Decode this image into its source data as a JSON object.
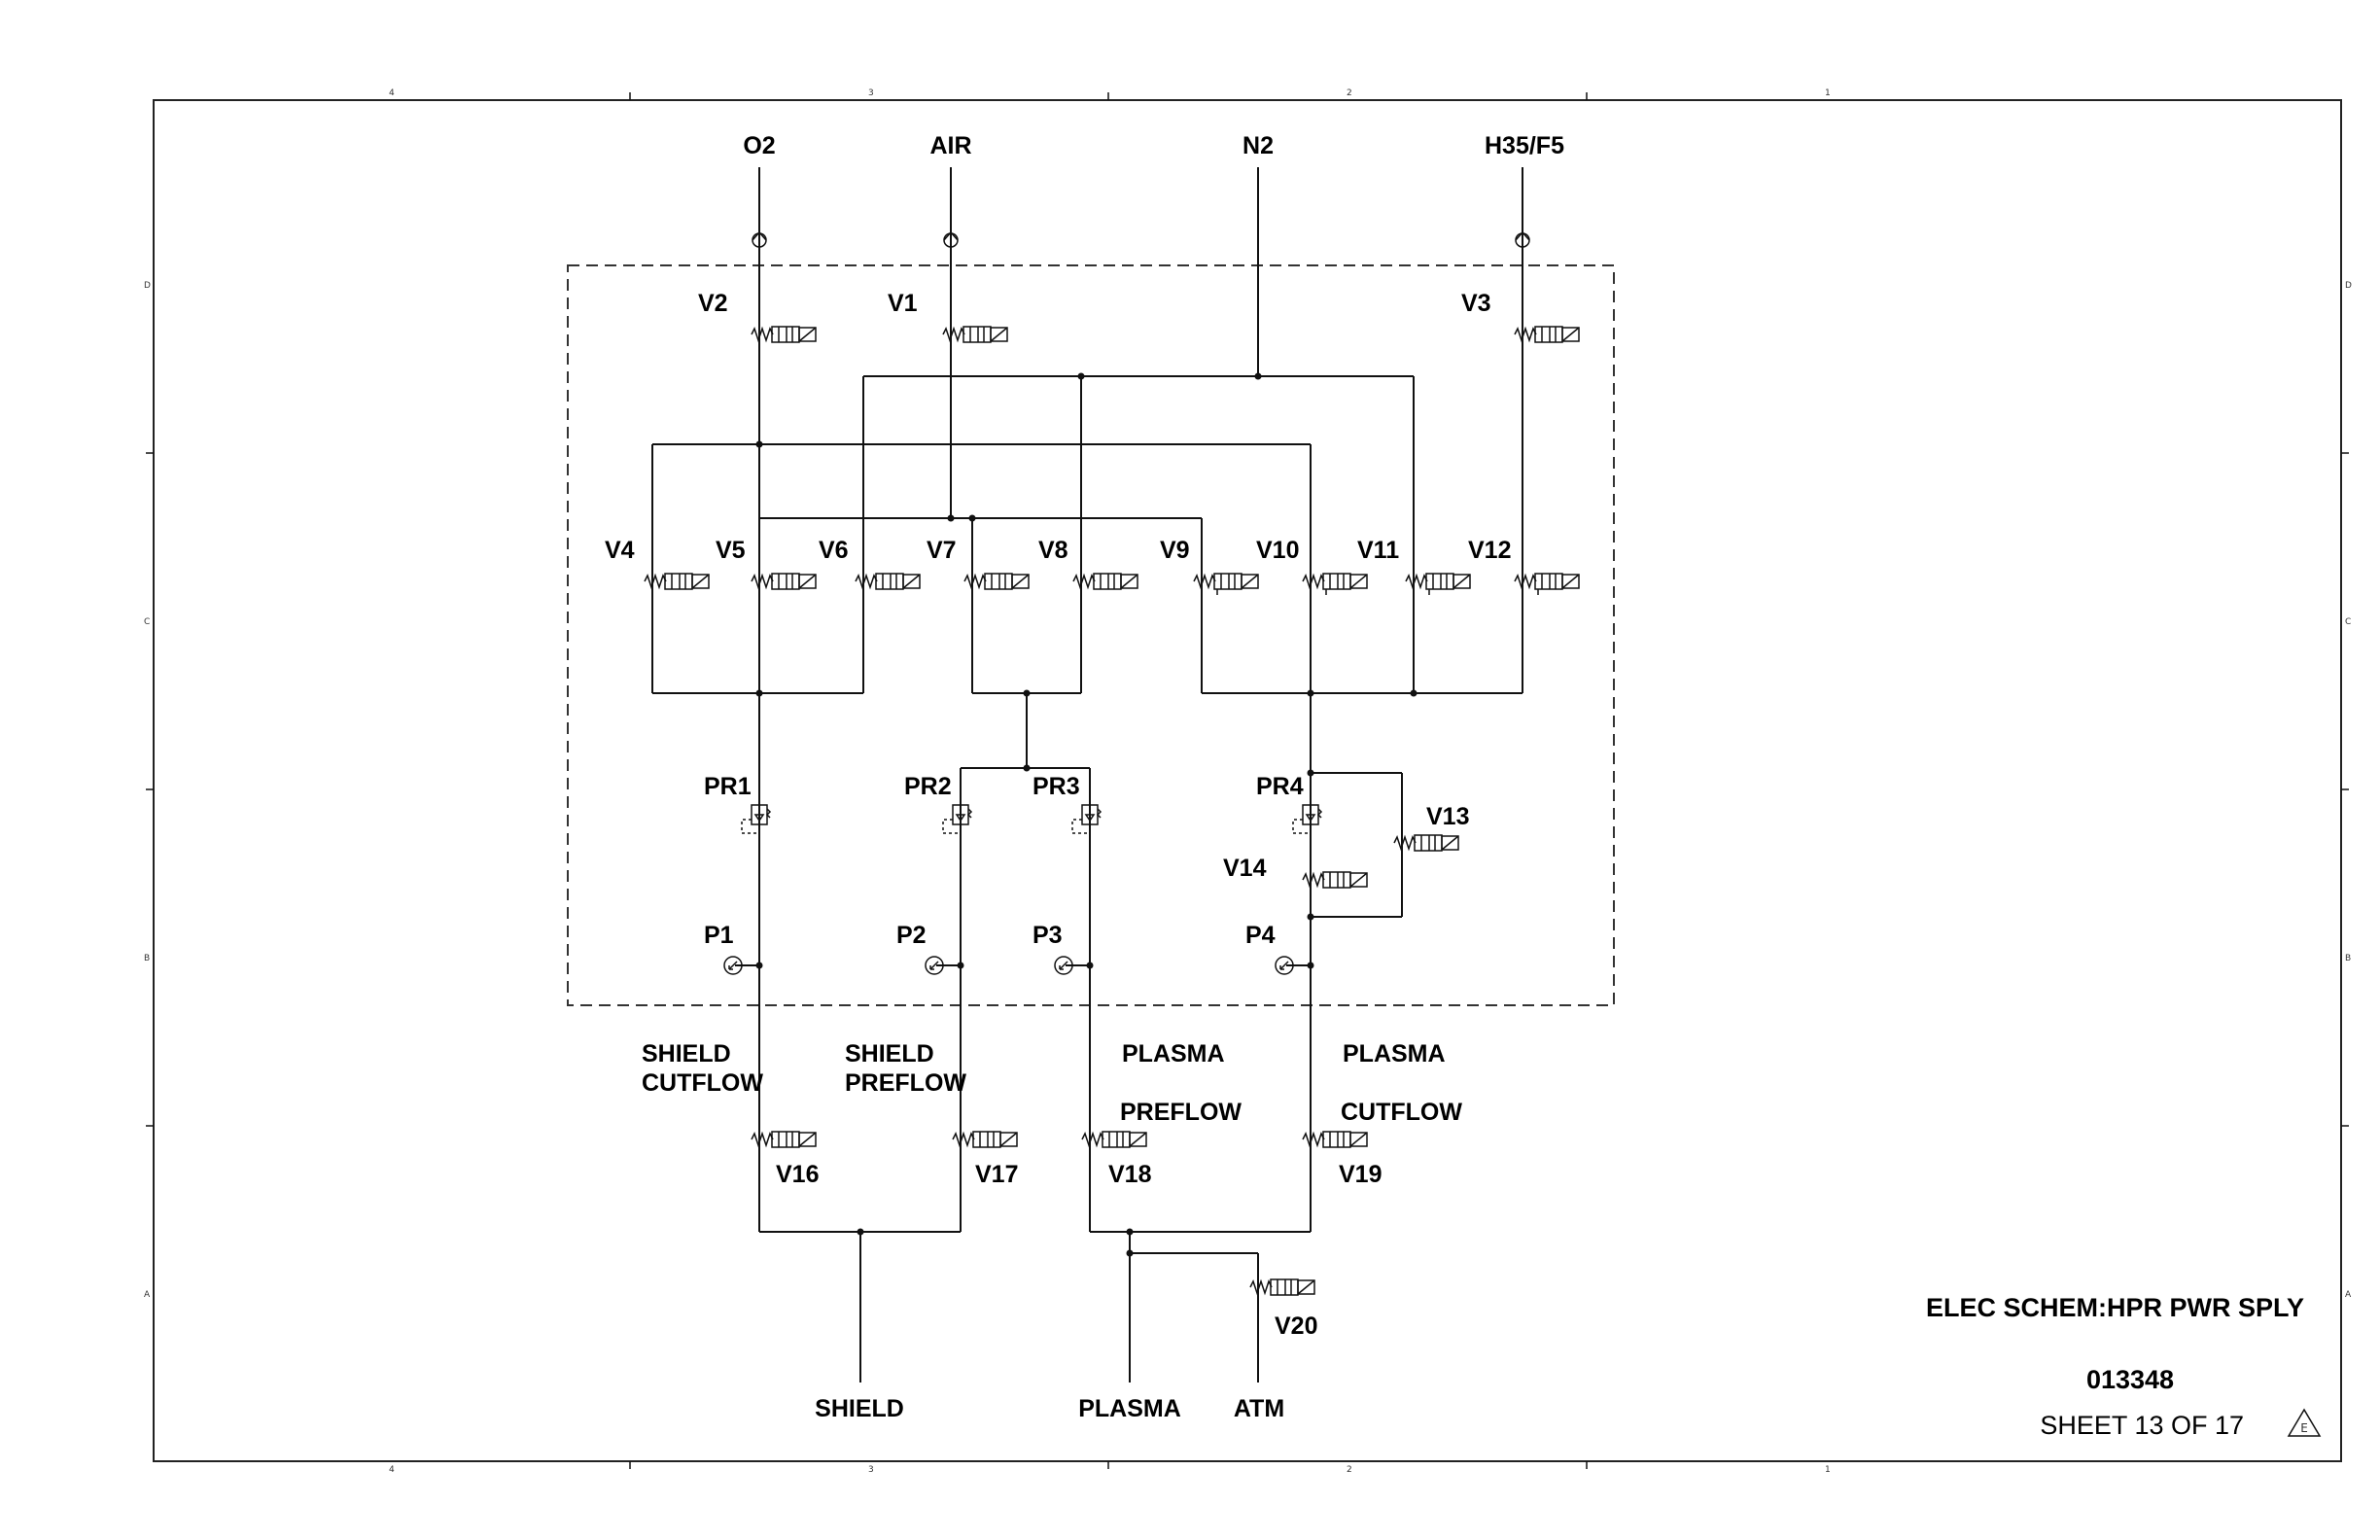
{
  "gas_inputs": {
    "o2": "O2",
    "air": "AIR",
    "n2": "N2",
    "h35": "H35/F5"
  },
  "valves": {
    "v1": "V1",
    "v2": "V2",
    "v3": "V3",
    "v4": "V4",
    "v5": "V5",
    "v6": "V6",
    "v7": "V7",
    "v8": "V8",
    "v9": "V9",
    "v10": "V10",
    "v11": "V11",
    "v12": "V12",
    "v13": "V13",
    "v14": "V14",
    "v16": "V16",
    "v17": "V17",
    "v18": "V18",
    "v19": "V19",
    "v20": "V20"
  },
  "regulators": {
    "pr1": "PR1",
    "pr2": "PR2",
    "pr3": "PR3",
    "pr4": "PR4"
  },
  "gauges": {
    "p1": "P1",
    "p2": "P2",
    "p3": "P3",
    "p4": "P4"
  },
  "flows": {
    "shield_cutflow_1": "SHIELD",
    "shield_cutflow_2": "CUTFLOW",
    "shield_preflow_1": "SHIELD",
    "shield_preflow_2": "PREFLOW",
    "plasma_preflow_1": "PLASMA",
    "plasma_preflow_2": "PREFLOW",
    "plasma_cutflow_1": "PLASMA",
    "plasma_cutflow_2": "CUTFLOW"
  },
  "outputs": {
    "shield": "SHIELD",
    "plasma": "PLASMA",
    "atm": "ATM"
  },
  "title_block": {
    "title": "ELEC SCHEM:HPR PWR SPLY",
    "drawing_number": "013348",
    "sheet": "SHEET 13 OF 17",
    "revision": "E"
  },
  "zones": {
    "top": [
      "4",
      "3",
      "2",
      "1"
    ],
    "bottom": [
      "4",
      "3",
      "2",
      "1"
    ],
    "left": [
      "D",
      "C",
      "B",
      "A"
    ],
    "right": [
      "D",
      "C",
      "B",
      "A"
    ]
  }
}
